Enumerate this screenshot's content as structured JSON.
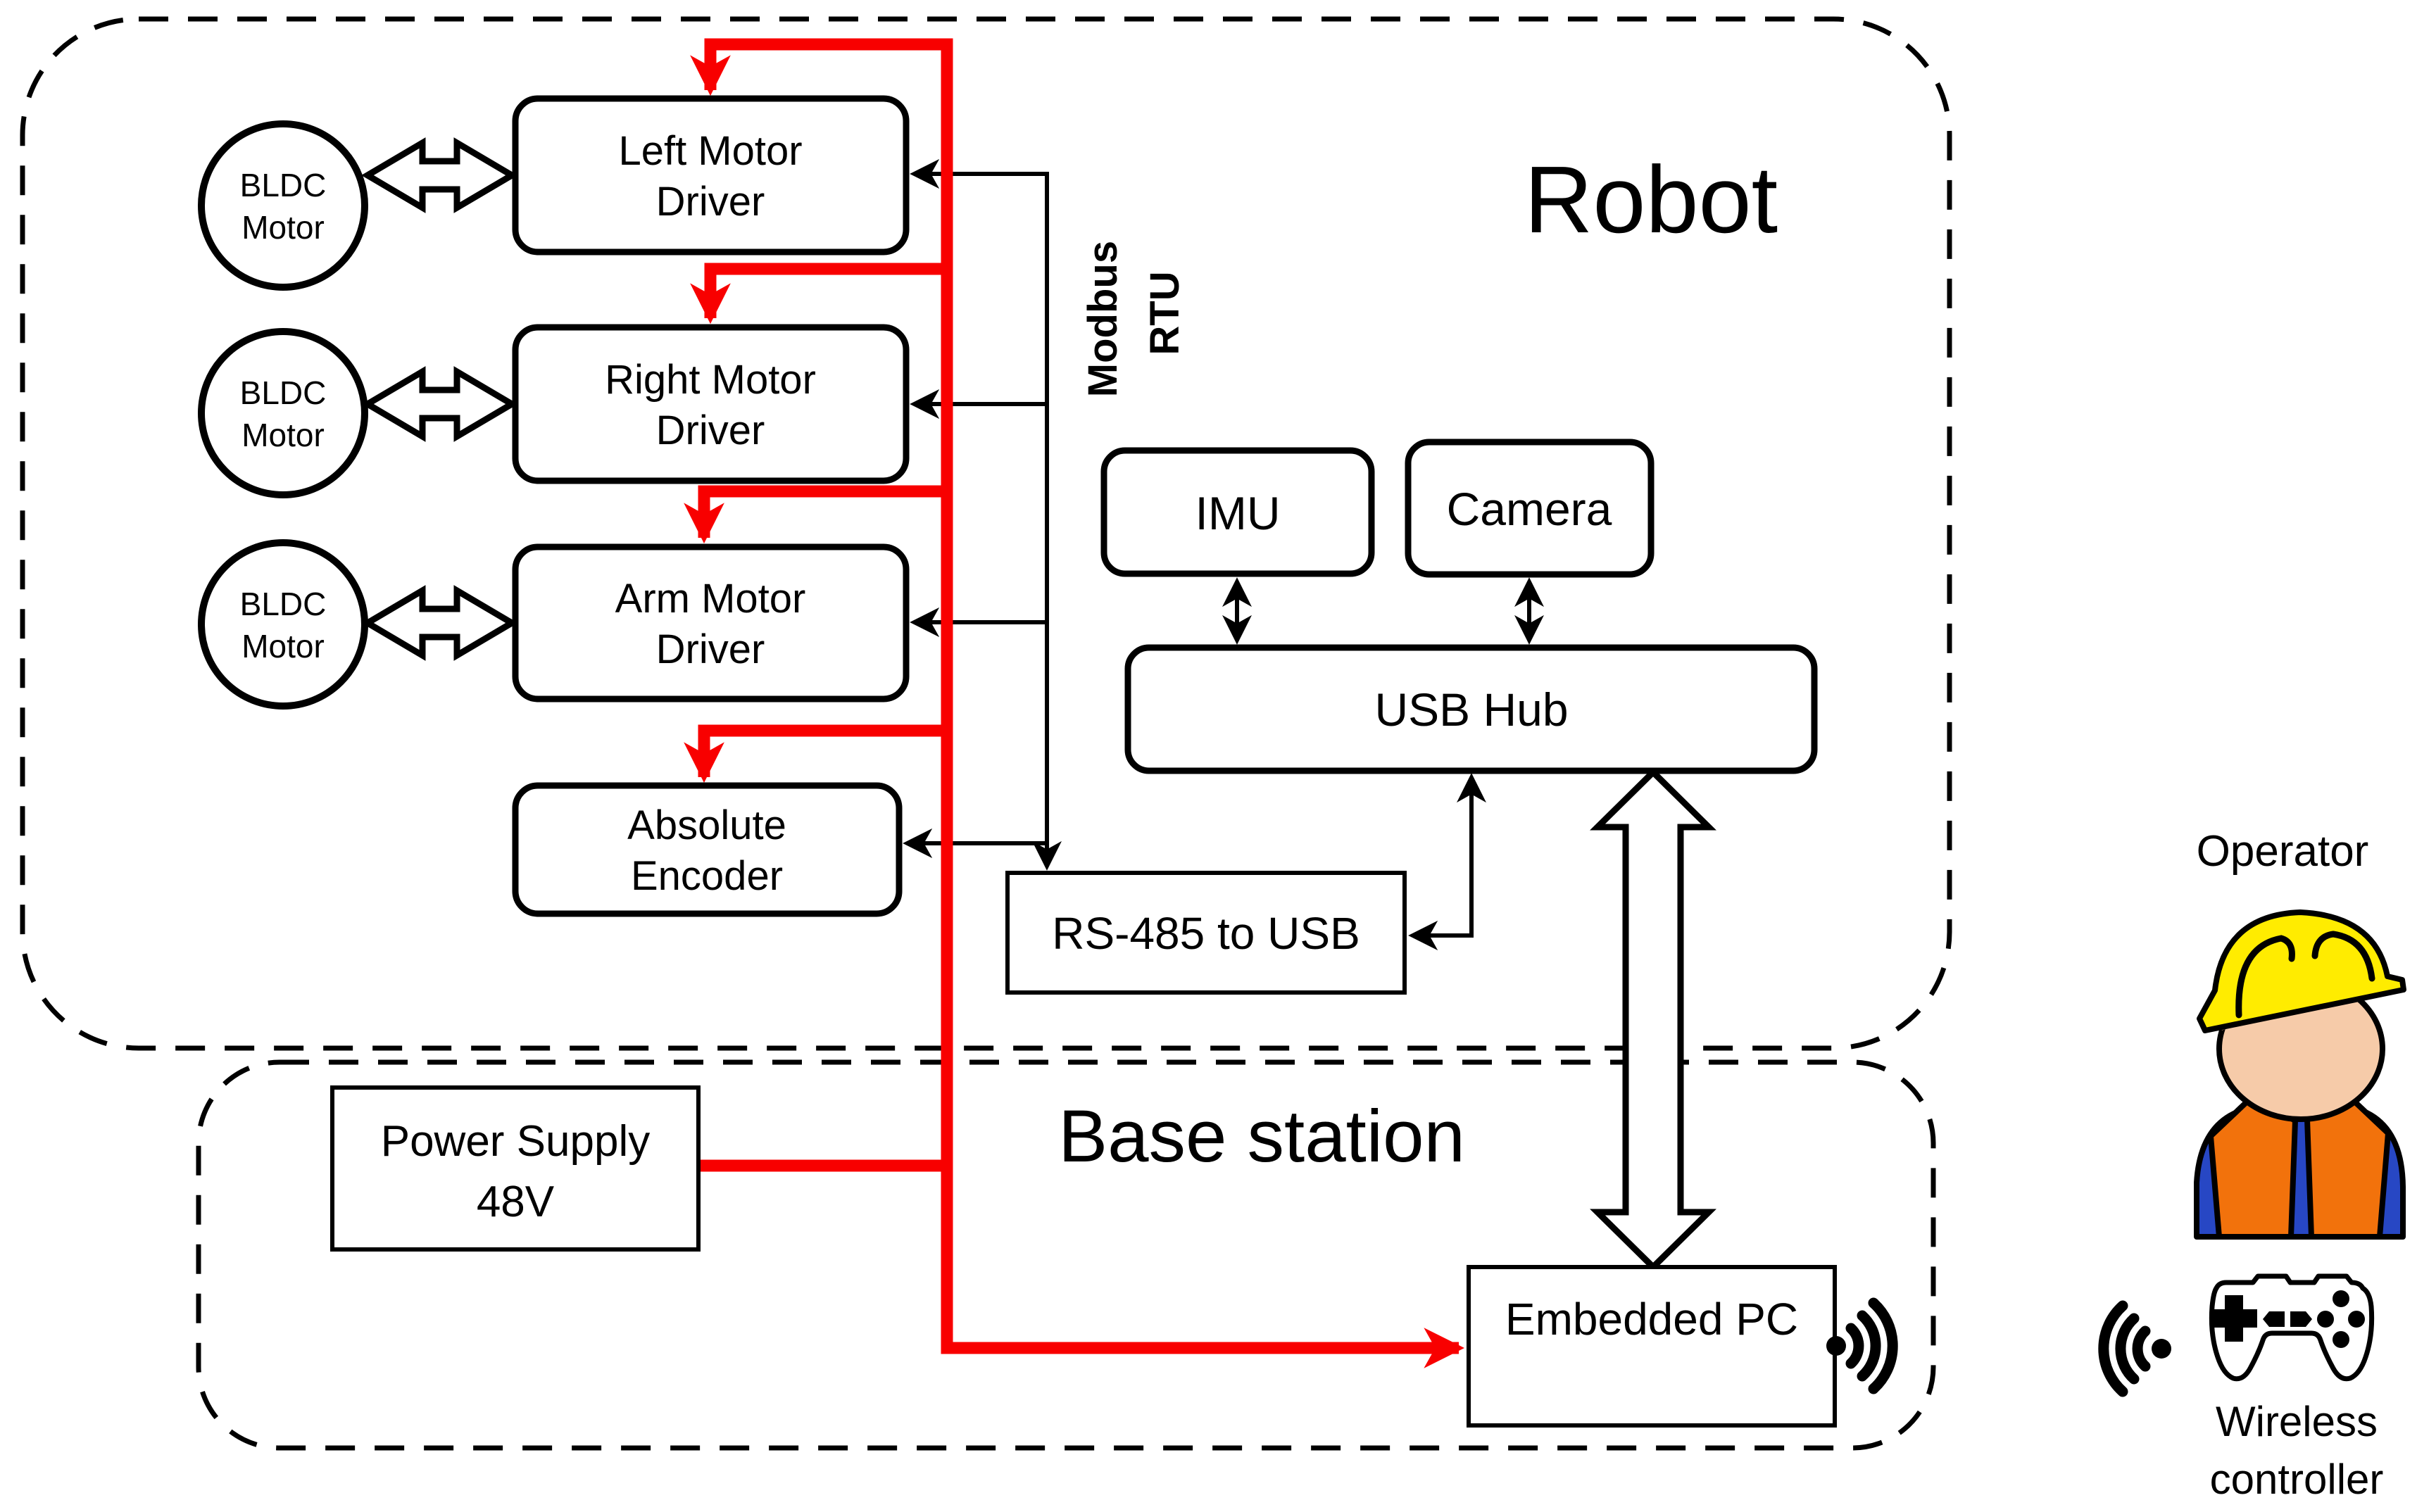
{
  "diagram": {
    "robot_title": "Robot",
    "base_title": "Base station",
    "operator_label": "Operator",
    "controller_line1": "Wireless",
    "controller_line2": "controller",
    "bus_line1": "Modbus",
    "bus_line2": "RTU"
  },
  "motors": [
    {
      "line1": "BLDC",
      "line2": "Motor"
    },
    {
      "line1": "BLDC",
      "line2": "Motor"
    },
    {
      "line1": "BLDC",
      "line2": "Motor"
    }
  ],
  "drivers": [
    {
      "line1": "Left Motor",
      "line2": "Driver"
    },
    {
      "line1": "Right Motor",
      "line2": "Driver"
    },
    {
      "line1": "Arm Motor",
      "line2": "Driver"
    }
  ],
  "encoder": {
    "line1": "Absolute",
    "line2": "Encoder"
  },
  "components": {
    "imu": "IMU",
    "camera": "Camera",
    "usb_hub": "USB Hub",
    "rs485": "RS-485 to USB",
    "embedded_pc": "Embedded PC"
  },
  "power_supply": {
    "line1": "Power Supply",
    "line2": "48V"
  },
  "icons": {
    "embedded_pc_wireless": "wifi-waves-right",
    "controller_wireless": "wifi-waves-left",
    "controller": "gamepad",
    "operator": "construction-worker"
  },
  "colors": {
    "power_line": "#f80000",
    "data_line": "#000000",
    "hat_yellow": "#ffec00",
    "hat_shade": "#c9b400",
    "vest_orange": "#f2720c",
    "shirt_blue": "#2747c4",
    "skin": "#f6cba9",
    "brim_shadow": "#d8a183"
  }
}
